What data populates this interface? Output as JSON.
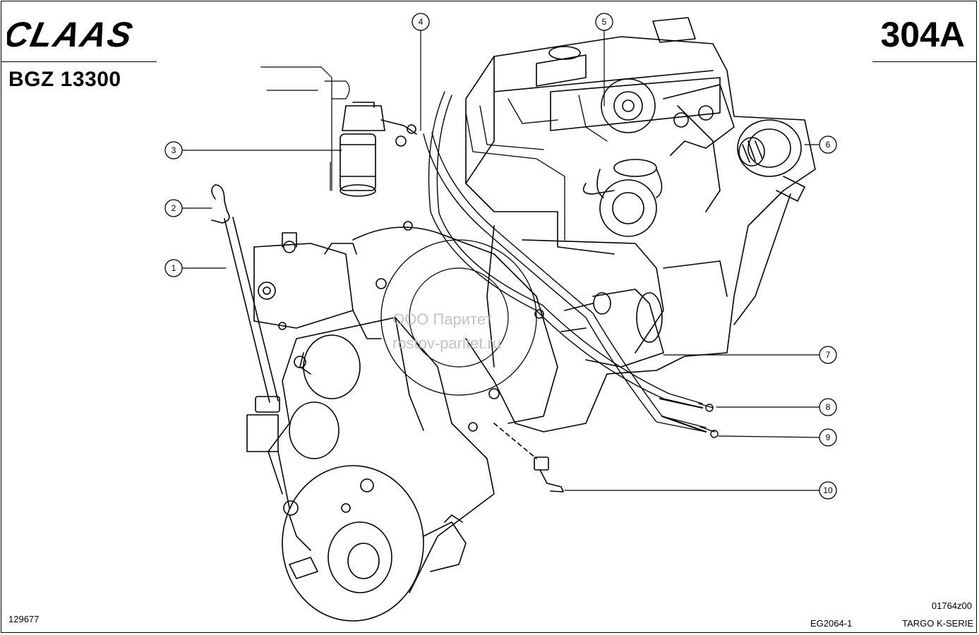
{
  "header": {
    "brand": "CLAAS",
    "model": "BGZ 13300",
    "page_code": "304A"
  },
  "footer": {
    "image_no": "129677",
    "drawing_ref": "01764z00",
    "group_ref": "EG2064-1",
    "series": "TARGO K-SERIE"
  },
  "watermark": {
    "line1": "ООО Паритет",
    "line2": "rostov-paritet.ru"
  },
  "callouts": [
    "1",
    "2",
    "3",
    "4",
    "5",
    "6",
    "7",
    "8",
    "9",
    "10"
  ],
  "colors": {
    "ink": "#000000",
    "paper": "#ffffff",
    "watermark": "#b9b9b9"
  }
}
